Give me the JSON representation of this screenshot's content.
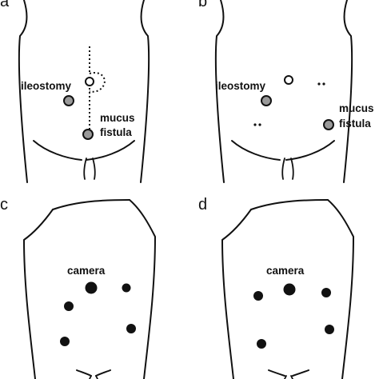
{
  "panels": {
    "a": {
      "letter": "a",
      "ileostomy_label": "ileostomy",
      "mucus_label": "mucus",
      "fistula_label": "fistula"
    },
    "b": {
      "letter": "b",
      "ileostomy_label": "ileostomy",
      "mucus_label": "mucus",
      "fistula_label": "fistula"
    },
    "c": {
      "letter": "c",
      "camera_label": "camera"
    },
    "d": {
      "letter": "d",
      "camera_label": "camera"
    }
  },
  "colors": {
    "outline": "#111111",
    "stoma_fill": "#9a9a9a",
    "background": "#ffffff"
  }
}
